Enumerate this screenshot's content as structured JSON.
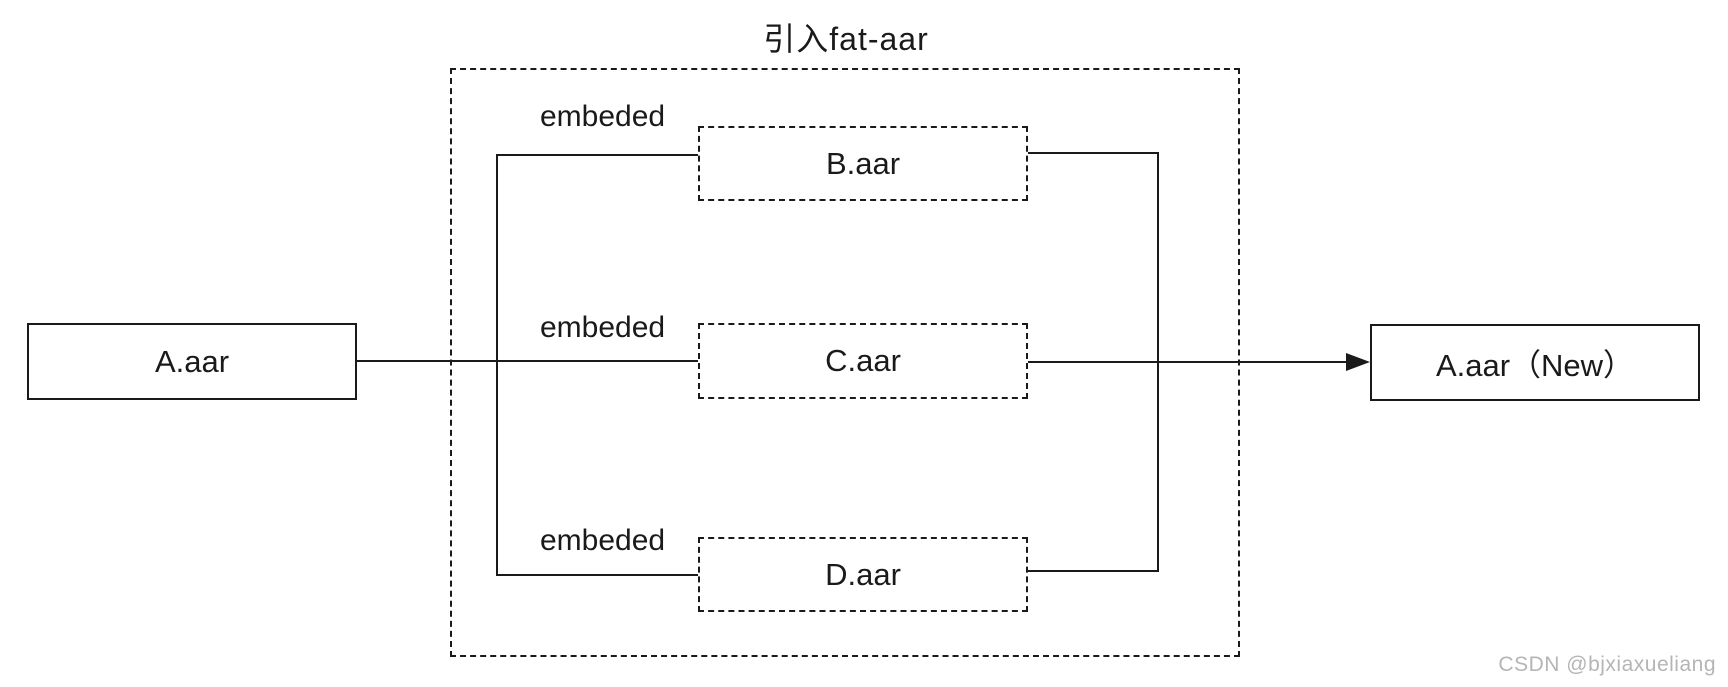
{
  "diagram": {
    "title": "引入fat-aar",
    "edge_label": "embeded",
    "watermark": "CSDN @bjxiaxueliang",
    "colors": {
      "line": "#1a1a1a",
      "watermark": "#b5b5b5",
      "background": "#ffffff"
    },
    "nodes": {
      "source": {
        "label": "A.aar"
      },
      "embedded": [
        {
          "label": "B.aar"
        },
        {
          "label": "C.aar"
        },
        {
          "label": "D.aar"
        }
      ],
      "output": {
        "label": "A.aar（New）"
      }
    }
  }
}
